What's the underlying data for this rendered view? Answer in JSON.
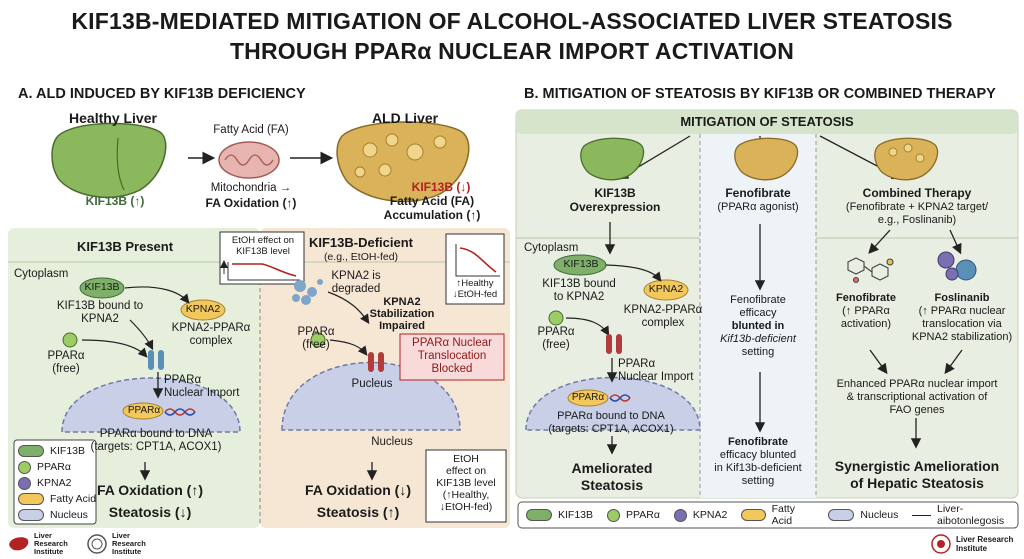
{
  "title": {
    "line1": "KIF13B-MEDIATED MITIGATION OF ALCOHOL-ASSOCIATED LIVER STEATOSIS",
    "line2": "THROUGH PPARα NUCLEAR IMPORT ACTIVATION"
  },
  "panel_a": {
    "heading": "A. ALD INDUCED BY KIF13B DEFICIENCY",
    "healthy_liver": "Healthy Liver",
    "kif13b_up": "KIF13B (↑)",
    "fatty_acid": "Fatty Acid (FA)",
    "mito_line1": "Mitochondria →",
    "mito_line2": "FA Oxidation (↑)",
    "ald_liver": "ALD Liver",
    "kif13b_down": "KIF13B (↓)",
    "fa_acc_line1": "Fatty Acid (FA)",
    "fa_acc_line2": "Accumulation (↑)",
    "present": {
      "heading": "KIF13B Present",
      "etoh_box_line1": "EtOH effect on",
      "etoh_box_line2": "KIF13B level",
      "cytoplasm": "Cytoplasm",
      "kif13b": "KIF13B",
      "bound_line1": "KIF13B bound to",
      "bound_line2": "KPNA2",
      "kpna2": "KPNA2",
      "complex_line1": "KPNA2-PPARα",
      "complex_line2": "complex",
      "ppara_free_line1": "PPARα",
      "ppara_free_line2": "(free)",
      "import_line1": "PPARα",
      "import_line2": "Nuclear Import",
      "ppara": "PPARα",
      "dna_line1": "PPARα bound to DNA",
      "dna_line2": "(targets: CPT1A, ACOX1)",
      "fa_ox": "FA Oxidation (↑)",
      "steatosis": "Steatosis (↓)"
    },
    "deficient": {
      "heading": "KIF13B-Deficient",
      "sub": "(e.g., EtOH-fed)",
      "chart_line1": "↑Healthy",
      "chart_line2": "↓EtOH-fed",
      "kpna2_line1": "KPNA2 is",
      "kpna2_line2": "degraded",
      "stab_line1": "KPNA2",
      "stab_line2": "Stabilization",
      "stab_line3": "Impaired",
      "ppara_free_line1": "PPARα",
      "ppara_free_line2": "(free)",
      "blocked_line1": "PPARα Nuclear",
      "blocked_line2": "Translocation",
      "blocked_line3": "Blocked",
      "pucleus": "Pucleus",
      "nucleus": "Nucleus",
      "etoh_line1": "EtOH",
      "etoh_line2": "effect on",
      "etoh_line3": "KIF13B level",
      "etoh_line4": "(↑Healthy,",
      "etoh_line5": "↓EtOH-fed)",
      "fa_ox": "FA Oxidation (↓)",
      "steatosis": "Steatosis (↑)"
    },
    "legend": {
      "kif13b": "KIF13B",
      "ppara": "PPARα",
      "kpna2": "KPNA2",
      "fatty_acid": "Fatty Acid",
      "nucleus": "Nucleus"
    }
  },
  "panel_b": {
    "heading": "B. MITIGATION OF STEATOSIS BY KIF13B OR COMBINED THERAPY",
    "banner": "MITIGATION OF STEATOSIS",
    "col1": {
      "title_line1": "KIF13B",
      "title_line2": "Overexpression",
      "cytoplasm": "Cytoplasm",
      "kif13b": "KIF13B",
      "bound_line1": "KIF13B bound",
      "bound_line2": "to KPNA2",
      "kpna2": "KPNA2",
      "complex_line1": "KPNA2-PPARα",
      "complex_line2": "complex",
      "ppara_free_line1": "PPARα",
      "ppara_free_line2": "(free)",
      "import_line1": "PPARα",
      "import_line2": "Nuclear Import",
      "ppara": "PPARα",
      "dna_line1": "PPARα bound to DNA",
      "dna_line2": "(targets: CPT1A, ACOX1)",
      "result_line1": "Ameliorated",
      "result_line2": "Steatosis"
    },
    "col2": {
      "title": "Fenofibrate",
      "sub": "(PPARα agonist)",
      "mid_line1": "Fenofibrate",
      "mid_line2": "efficacy",
      "mid_line3": "blunted in",
      "mid_line4": "Kif13b-deficient",
      "mid_line5": "setting",
      "bottom_line1": "Fenofibrate",
      "bottom_line2": "efficacy blunted",
      "bottom_line3": "in Kif13b-deficient",
      "bottom_line4": "setting"
    },
    "col3": {
      "title": "Combined Therapy",
      "sub_line1": "(Fenofibrate + KPNA2 target/",
      "sub_line2": "e.g., Foslinanib)",
      "feno": "Fenofibrate",
      "feno_sub_line1": "(↑ PPARα",
      "feno_sub_line2": "activation)",
      "fosl": "Foslinanib",
      "fosl_sub_line1": "(↑ PPARα nuclear",
      "fosl_sub_line2": "translocation via",
      "fosl_sub_line3": "KPNA2 stabilization)",
      "enh_line1": "Enhanced PPARα nuclear import",
      "enh_line2": "& transcriptional activation of",
      "enh_line3": "FAO genes",
      "result_line1": "Synergistic Amelioration",
      "result_line2": "of Hepatic Steatosis"
    },
    "legend": {
      "kif13b": "KIF13B",
      "ppara": "PPARα",
      "kpna2": "KPNA2",
      "fatty_acid": "Fatty Acid",
      "nucleus": "Nucleus",
      "line": "Liver-aibotonlegosis"
    }
  },
  "footer": {
    "logo1_line1": "Liver",
    "logo1_line2": "Research",
    "logo1_line3": "Institute",
    "logo2_line1": "Liver",
    "logo2_line2": "Research",
    "logo2_line3": "Institute",
    "logo3_line1": "Liver Research",
    "logo3_line2": "Institute"
  },
  "colors": {
    "liver_green": "#8bb85c",
    "liver_fatty": "#d9b25a",
    "kif13b_green": "#7fb069",
    "ppara_green": "#9ccc65",
    "kpna2_yellow": "#f2c75c",
    "kpna2_purple": "#7a6fb0",
    "nucleus_blue": "#c9cfe6",
    "panel_green": "#e6efdc",
    "panel_peach": "#f6e6d4",
    "red_text": "#b22222"
  }
}
